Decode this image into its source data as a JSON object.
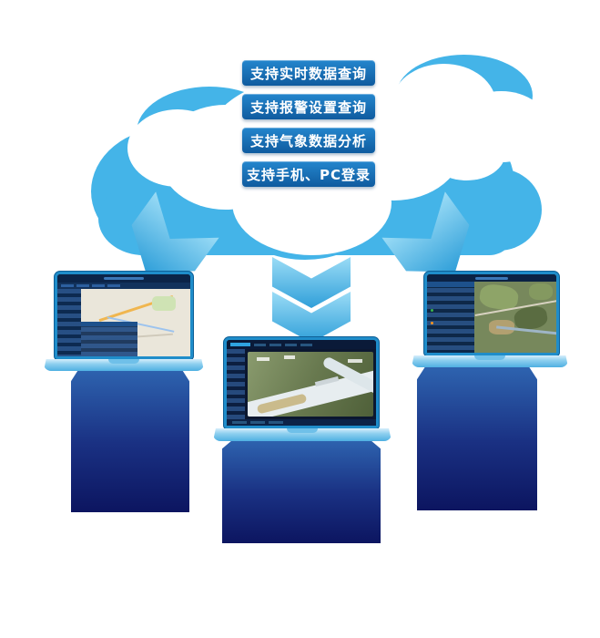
{
  "features": [
    {
      "label": "支持实时数据查询"
    },
    {
      "label": "支持报警设置查询"
    },
    {
      "label": "支持气象数据分析"
    },
    {
      "label": "支持手机、PC登录"
    }
  ],
  "colors": {
    "cloud_blue": "#44B4E8",
    "cloud_white": "#FFFFFF",
    "feature_fill_top": "#2486CD",
    "feature_fill_bottom": "#0F5B9F",
    "feature_text": "#FFFFFF",
    "arrow_light": "#9BDCF6",
    "arrow_dark": "#2F9FD9",
    "laptop_frame": "#1F8DCA",
    "laptop_base": "#8FD0EF",
    "pedestal_top": "#2E64B0",
    "pedestal_bottom": "#0C1560",
    "screen_dark": "#0C1A33"
  },
  "terminals": [
    {
      "position": "left",
      "screen": "map-dashboard"
    },
    {
      "position": "center",
      "screen": "aerial-monitoring-dashboard"
    },
    {
      "position": "right",
      "screen": "satellite-map-dashboard"
    }
  ]
}
